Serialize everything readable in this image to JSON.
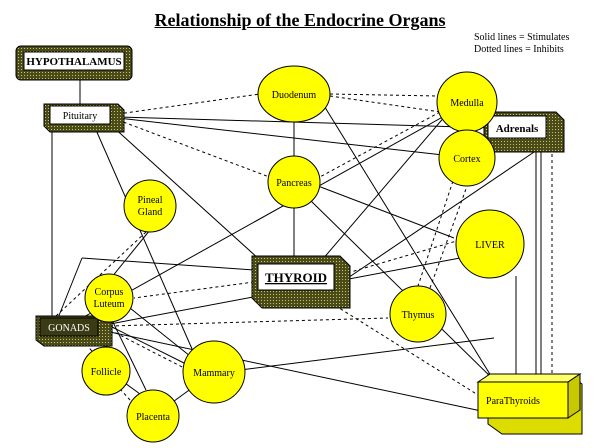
{
  "title": "Relationship of the Endocrine Organs",
  "legend": {
    "solid": "Solid lines = Stimulates",
    "dotted": "Dotted lines = Inhibits"
  },
  "colors": {
    "organ_fill": "#ffff00",
    "box_fill": "#2f2f12",
    "line": "#000000"
  },
  "nodes": {
    "hypothalamus": "HYPOTHALAMUS",
    "pituitary": "Pituitary",
    "adrenals": "Adrenals",
    "thyroid": "THYROID",
    "gonads": "GONADS",
    "parathyroids": "ParaThyroids",
    "duodenum": "Duodenum",
    "medulla": "Medulla",
    "cortex": "Cortex",
    "pancreas": "Pancreas",
    "pineal": [
      "Pineal",
      "Gland"
    ],
    "liver": "LIVER",
    "corpus_luteum": [
      "Corpus",
      "Luteum"
    ],
    "thymus": "Thymus",
    "follicle": "Follicle",
    "mammary": "Mammary",
    "placenta": "Placenta"
  }
}
